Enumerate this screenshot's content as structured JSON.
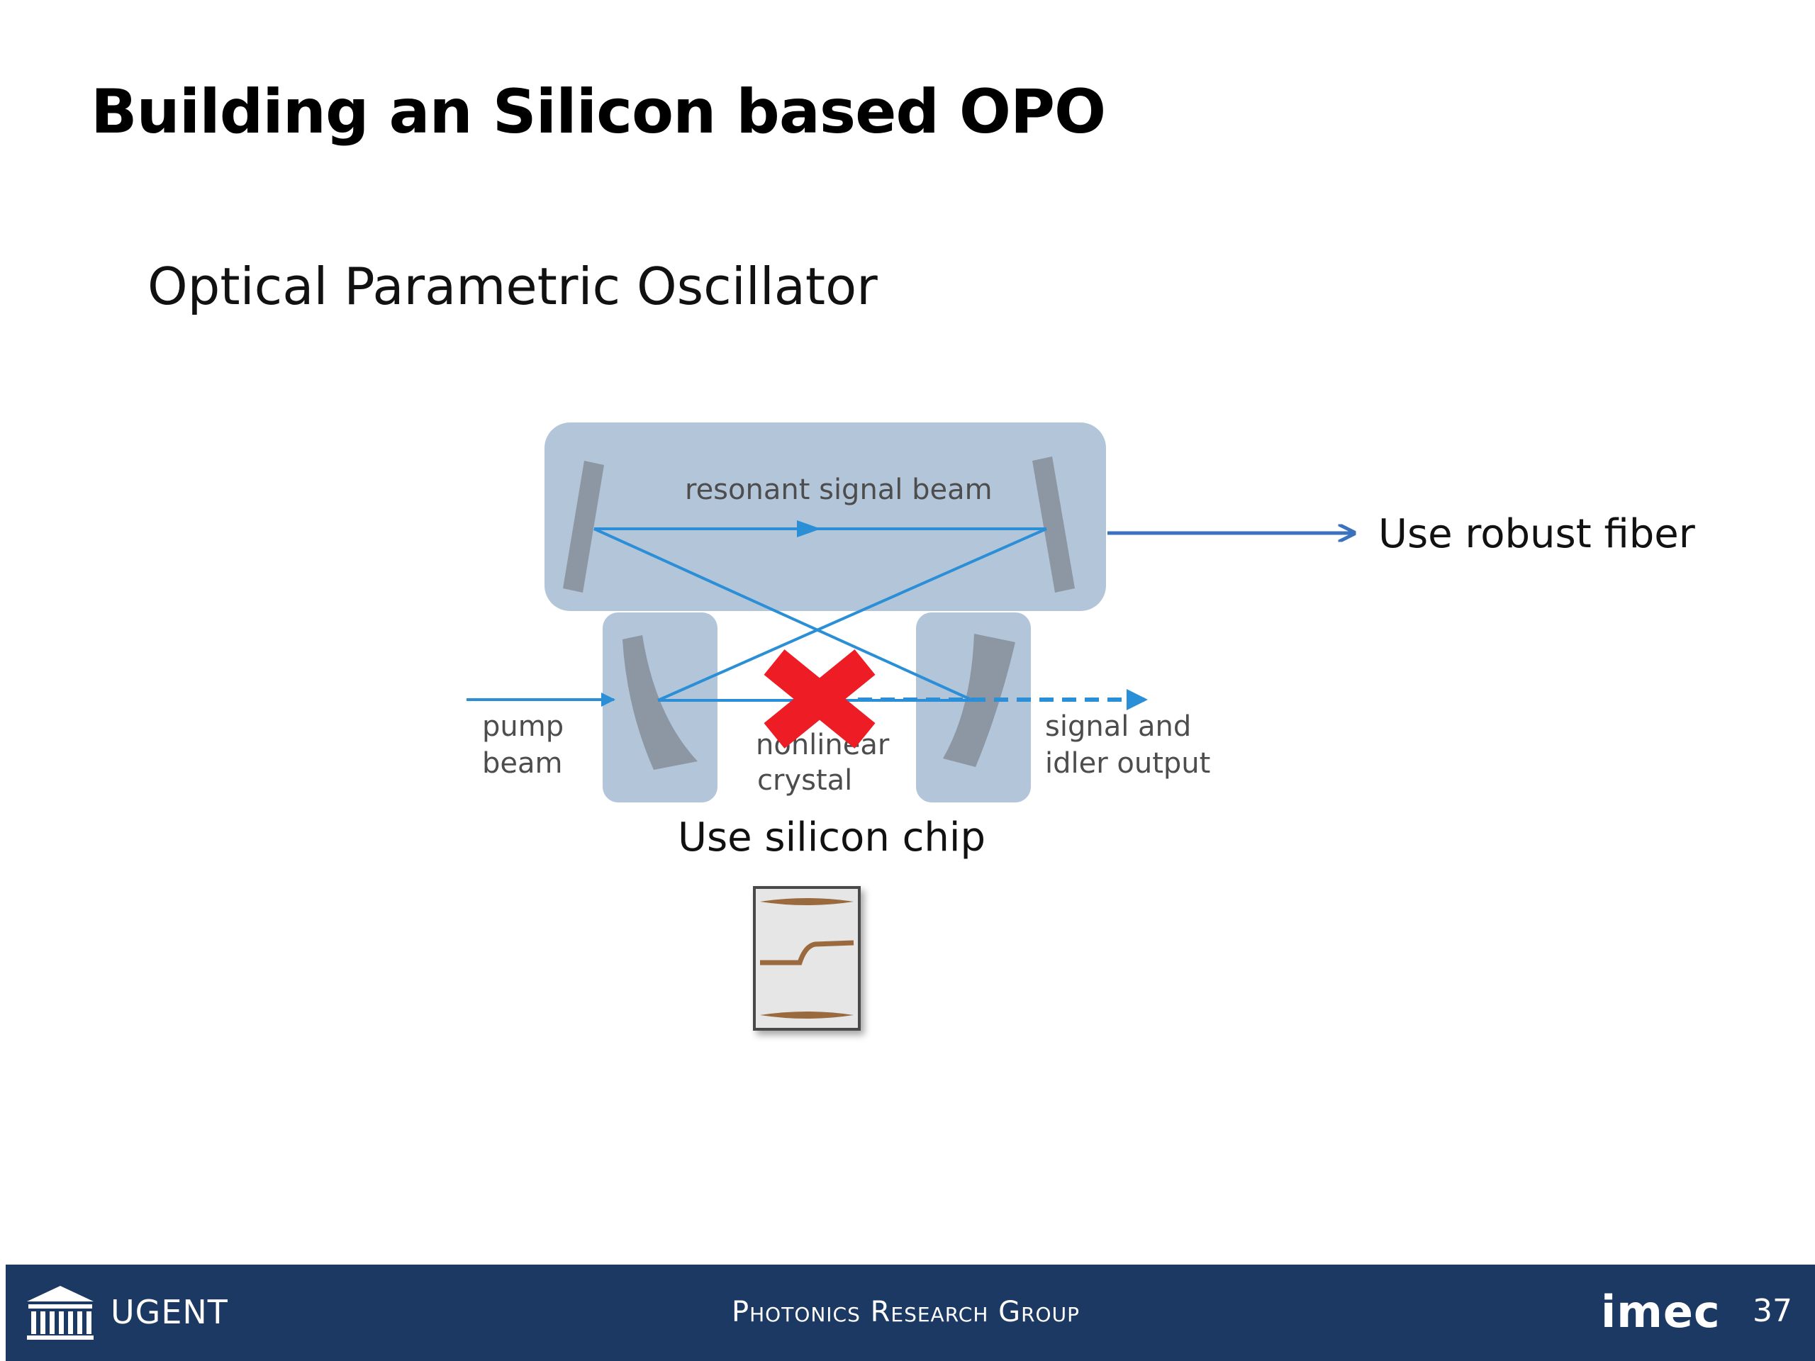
{
  "slide": {
    "title": "Building an Silicon based OPO",
    "subtitle": "Optical Parametric Oscillator"
  },
  "diagram": {
    "labels": {
      "resonant_signal_beam": "resonant signal beam",
      "pump_line1": "pump",
      "pump_line2": "beam",
      "crystal_partial": "nonlinear",
      "crystal": "crystal",
      "output_line1": "signal and",
      "output_line2": "idler output"
    },
    "annotations": {
      "fiber": "Use robust fiber",
      "chip": "Use silicon chip"
    },
    "colors": {
      "box": "#b3c5d9",
      "beam": "#2a8fd6",
      "mirror": "#8d96a3",
      "cross": "#ee1c24",
      "annotation_arrow": "#3a72c0",
      "chip_body": "#e6e6e6",
      "chip_waveguide": "#9a6a3e"
    }
  },
  "footer": {
    "university": "UGENT",
    "group": "Photonics Research Group",
    "partner_logo": "imec",
    "page_number": "37",
    "background": "#1c3964"
  }
}
